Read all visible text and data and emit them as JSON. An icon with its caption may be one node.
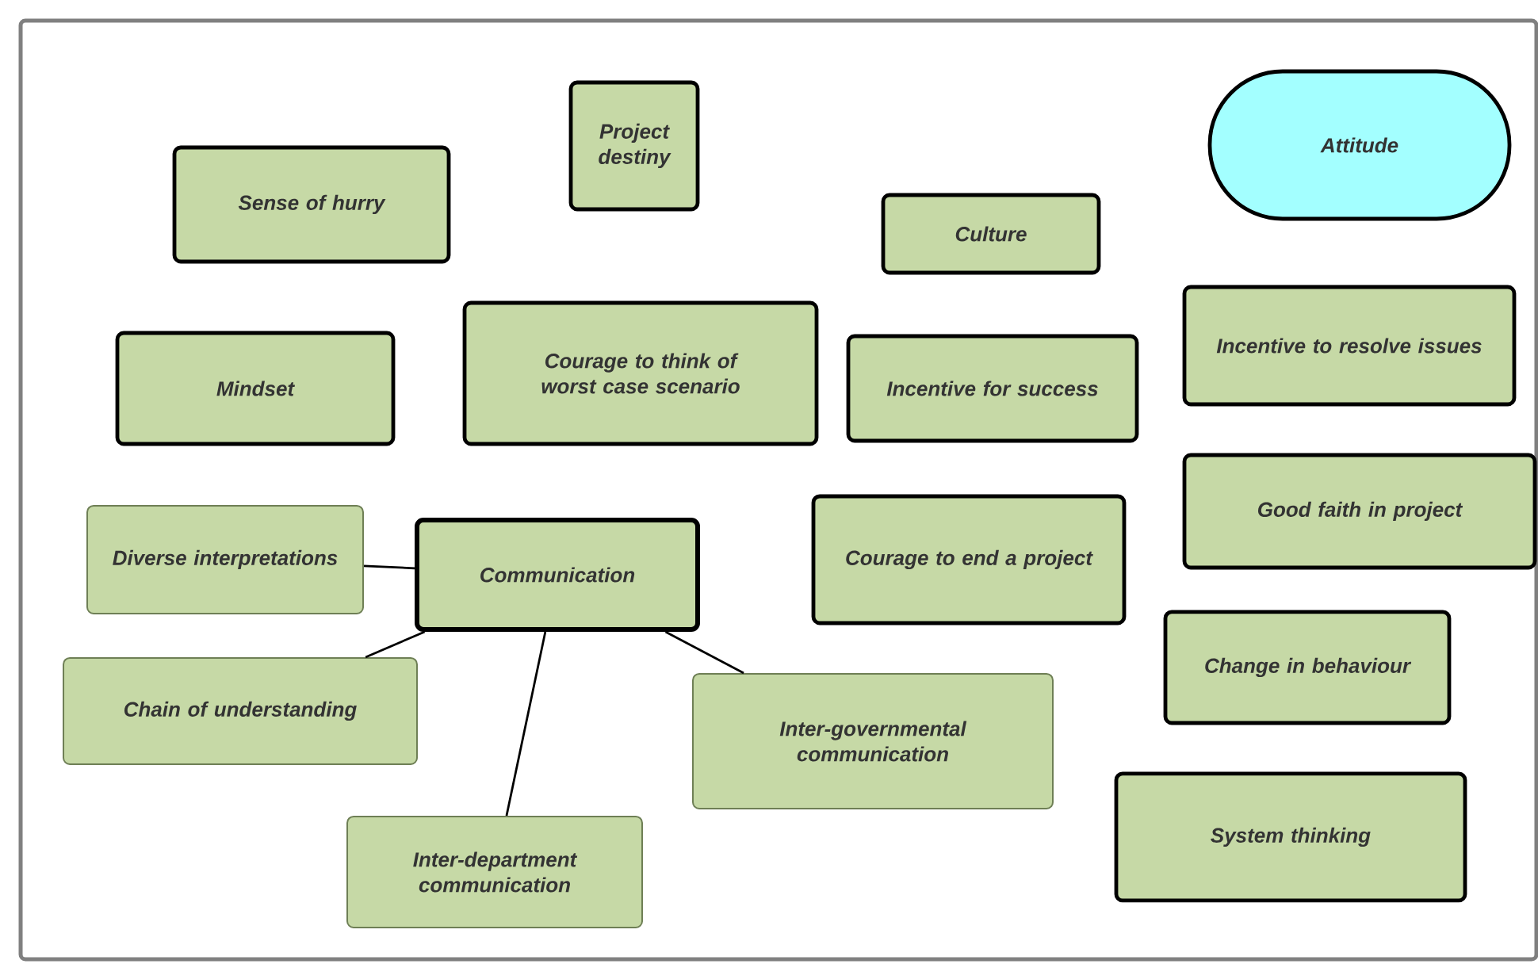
{
  "diagram": {
    "nodes": [
      {
        "text": [
          "Project destiny"
        ]
      },
      {
        "text": [
          "Attitude"
        ]
      },
      {
        "text": [
          "Sense of hurry"
        ]
      },
      {
        "text": [
          "Culture"
        ]
      },
      {
        "text": [
          "Mindset"
        ]
      },
      {
        "text": [
          "Courage to think of worst case scenario"
        ]
      },
      {
        "text": [
          "Incentive for success"
        ]
      },
      {
        "text": [
          "Incentive to resolve issues"
        ]
      },
      {
        "text": [
          "Good faith in project"
        ]
      },
      {
        "text": [
          "Diverse interpretations"
        ]
      },
      {
        "text": [
          "Communication"
        ]
      },
      {
        "text": [
          "Courage to end a project"
        ]
      },
      {
        "text": [
          "Change in behaviour"
        ]
      },
      {
        "text": [
          "Chain of understanding"
        ]
      },
      {
        "text": [
          "Inter-governmental communication"
        ]
      },
      {
        "text": [
          "System thinking"
        ]
      },
      {
        "text": [
          "Inter-department communication"
        ]
      }
    ],
    "edges": [
      {
        "from": 10,
        "to": 9,
        "arrow": "none"
      },
      {
        "from": 10,
        "to": 13,
        "arrow": "none"
      },
      {
        "from": 10,
        "to": 16,
        "arrow": "none"
      },
      {
        "from": 10,
        "to": 14,
        "arrow": "none"
      }
    ]
  }
}
